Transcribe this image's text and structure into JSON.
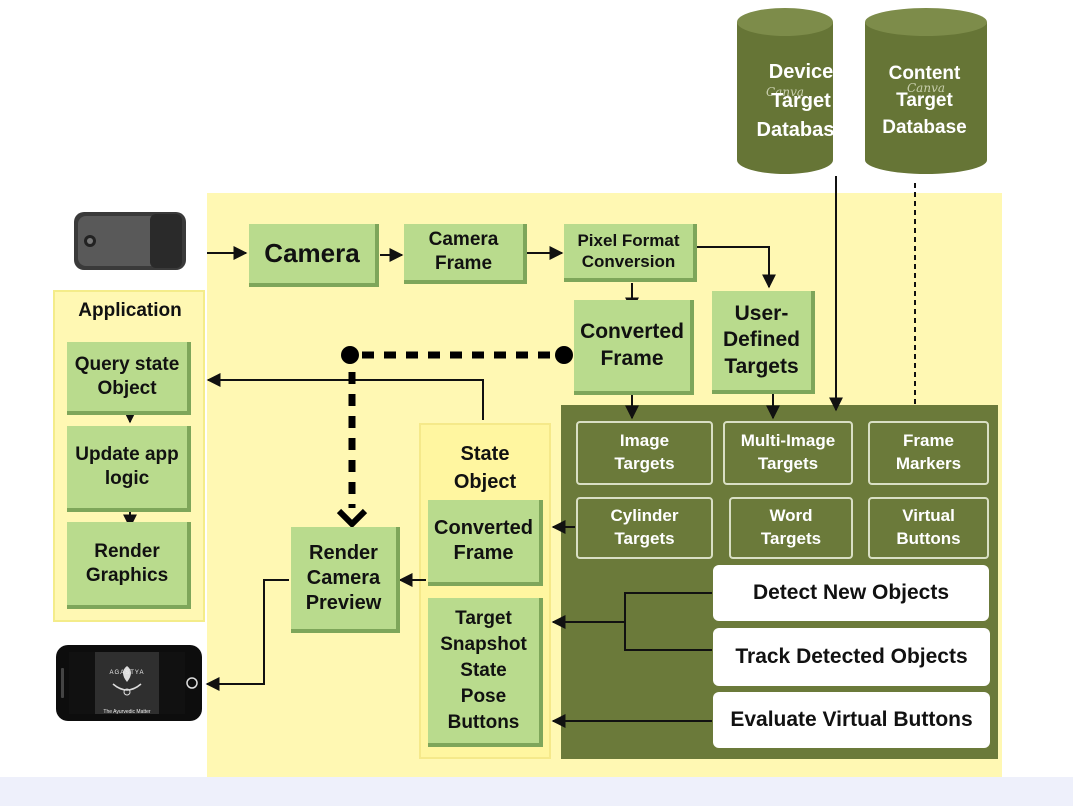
{
  "databases": [
    {
      "label": "Device Target Database",
      "watermark": "Canva"
    },
    {
      "label": "Content Target Database",
      "watermark": "Canva"
    }
  ],
  "pipeline": {
    "camera": "Camera",
    "camera_frame": "Camera Frame",
    "pixel_format": "Pixel Format Conversion",
    "converted_frame": "Converted Frame",
    "user_defined": "User-Defined Targets"
  },
  "application": {
    "title": "Application",
    "query_state": "Query state Object",
    "update_logic": "Update app logic",
    "render_graphics": "Render Graphics"
  },
  "state_object": {
    "title": "State Object",
    "converted_frame": "Converted Frame",
    "target_snapshot": [
      "Target",
      "Snapshot",
      "State",
      "Pose",
      "Buttons"
    ]
  },
  "render_preview": "Render Camera Preview",
  "targets": [
    "Image Targets",
    "Multi-Image Targets",
    "Frame Markers",
    "Cylinder Targets",
    "Word Targets",
    "Virtual Buttons"
  ],
  "actions": {
    "detect": "Detect New Objects",
    "track": "Track Detected Objects",
    "evaluate": "Evaluate Virtual Buttons"
  },
  "phone_screen": {
    "brand": "AGASTYA",
    "tagline": "The Ayurvedic Matter"
  },
  "colors": {
    "panel_yellow": "#fff8b3",
    "box_green": "#b9db8d",
    "box_shadow": "#7ea65a",
    "tracker_olive": "#6b7a3a",
    "database_olive": "#667536"
  }
}
